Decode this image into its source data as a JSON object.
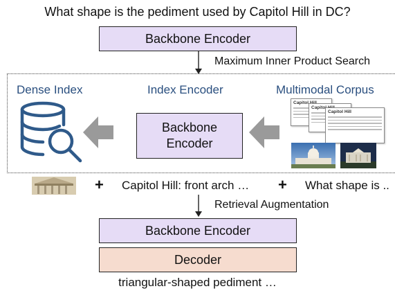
{
  "question": "What shape is the pediment used by Capitol Hill in DC?",
  "top_encoder": "Backbone Encoder",
  "mips_label": "Maximum Inner Product Search",
  "dense_index_label": "Dense Index",
  "index_encoder_label": "Index Encoder",
  "multimodal_corpus_label": "Multimodal Corpus",
  "middle_encoder_line1": "Backbone",
  "middle_encoder_line2": "Encoder",
  "doc_title": "Capitol Hill",
  "plus": "+",
  "retrieved_text": "Capitol Hill: front arch …",
  "query_text": "What shape is ..",
  "retrieval_aug_label": "Retrieval Augmentation",
  "bottom_encoder": "Backbone Encoder",
  "decoder": "Decoder",
  "answer": "triangular-shaped pediment …",
  "colors": {
    "encoder_fill": "#e6dcf6",
    "decoder_fill": "#f6dccf",
    "label_blue": "#2a4f7f",
    "arrow_gray": "#9a9a9a"
  },
  "icons": [
    "database-search-icon",
    "left-arrow-icon",
    "document-stack-icon",
    "capitol-photo",
    "whitehouse-photo",
    "pediment-photo"
  ]
}
